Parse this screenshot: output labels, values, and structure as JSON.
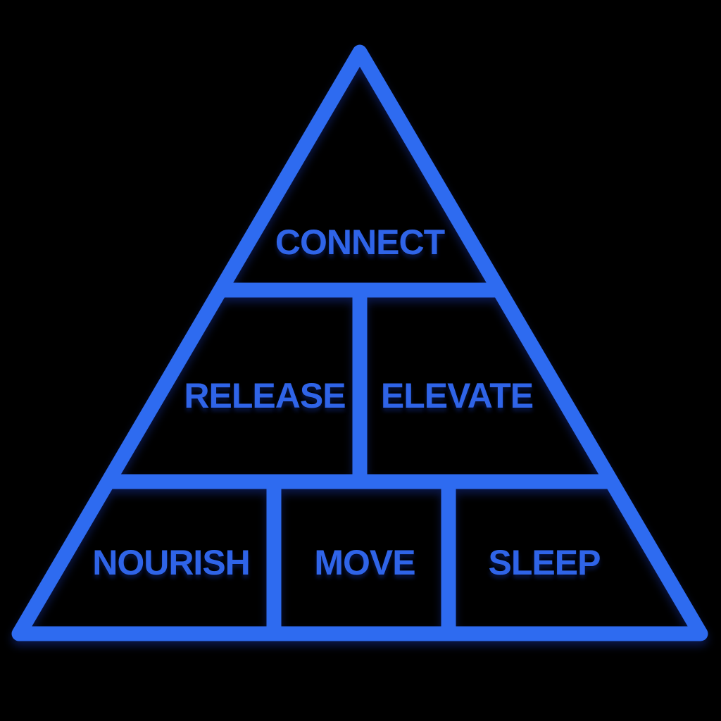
{
  "diagram": {
    "type": "pyramid",
    "description": "Three-tier wellness pyramid diagram, blue outline on black background",
    "tiers": [
      {
        "level": 1,
        "position": "top",
        "cells": [
          {
            "label": "CONNECT"
          }
        ]
      },
      {
        "level": 2,
        "position": "middle",
        "cells": [
          {
            "label": "RELEASE"
          },
          {
            "label": "ELEVATE"
          }
        ]
      },
      {
        "level": 3,
        "position": "bottom",
        "cells": [
          {
            "label": "NOURISH"
          },
          {
            "label": "MOVE"
          },
          {
            "label": "SLEEP"
          }
        ]
      }
    ]
  },
  "colors": {
    "background": "#000000",
    "accent": "#2e6bf0",
    "text": "#2f64e8"
  }
}
